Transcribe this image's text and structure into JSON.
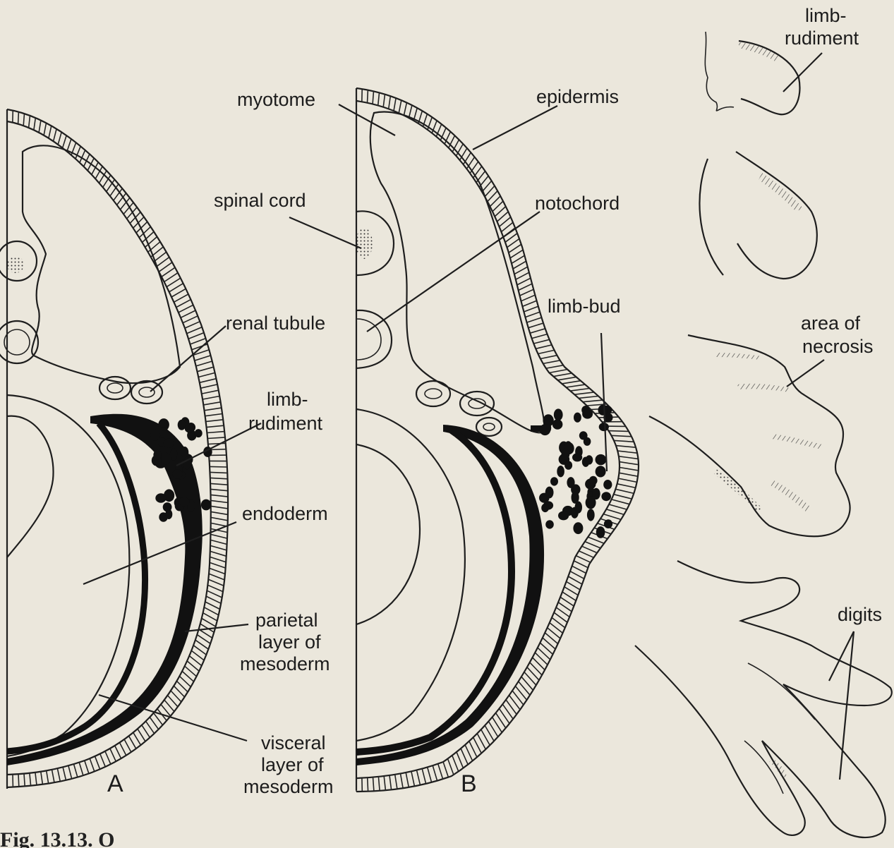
{
  "labels": {
    "panel_a": "A",
    "panel_b": "B",
    "myotome": "myotome",
    "epidermis": "epidermis",
    "spinal_cord": "spinal cord",
    "notochord": "notochord",
    "renal_tubule": "renal tubule",
    "limb_bud": "limb-bud",
    "limb_rudiment_a_1": "limb-",
    "limb_rudiment_a_2": "rudiment",
    "endoderm": "endoderm",
    "parietal_1": "parietal",
    "parietal_2": "layer of",
    "parietal_3": "mesoderm",
    "visceral_1": "visceral",
    "visceral_2": "layer of",
    "visceral_3": "mesoderm",
    "limb_rudiment_top_1": "limb-",
    "limb_rudiment_top_2": "rudiment",
    "necrosis_1": "area of",
    "necrosis_2": "necrosis",
    "digits": "digits",
    "caption_partial": "Fig. 13.13. O"
  },
  "colors": {
    "paper": "#ebe7dc",
    "ink": "#1c1c1c"
  }
}
